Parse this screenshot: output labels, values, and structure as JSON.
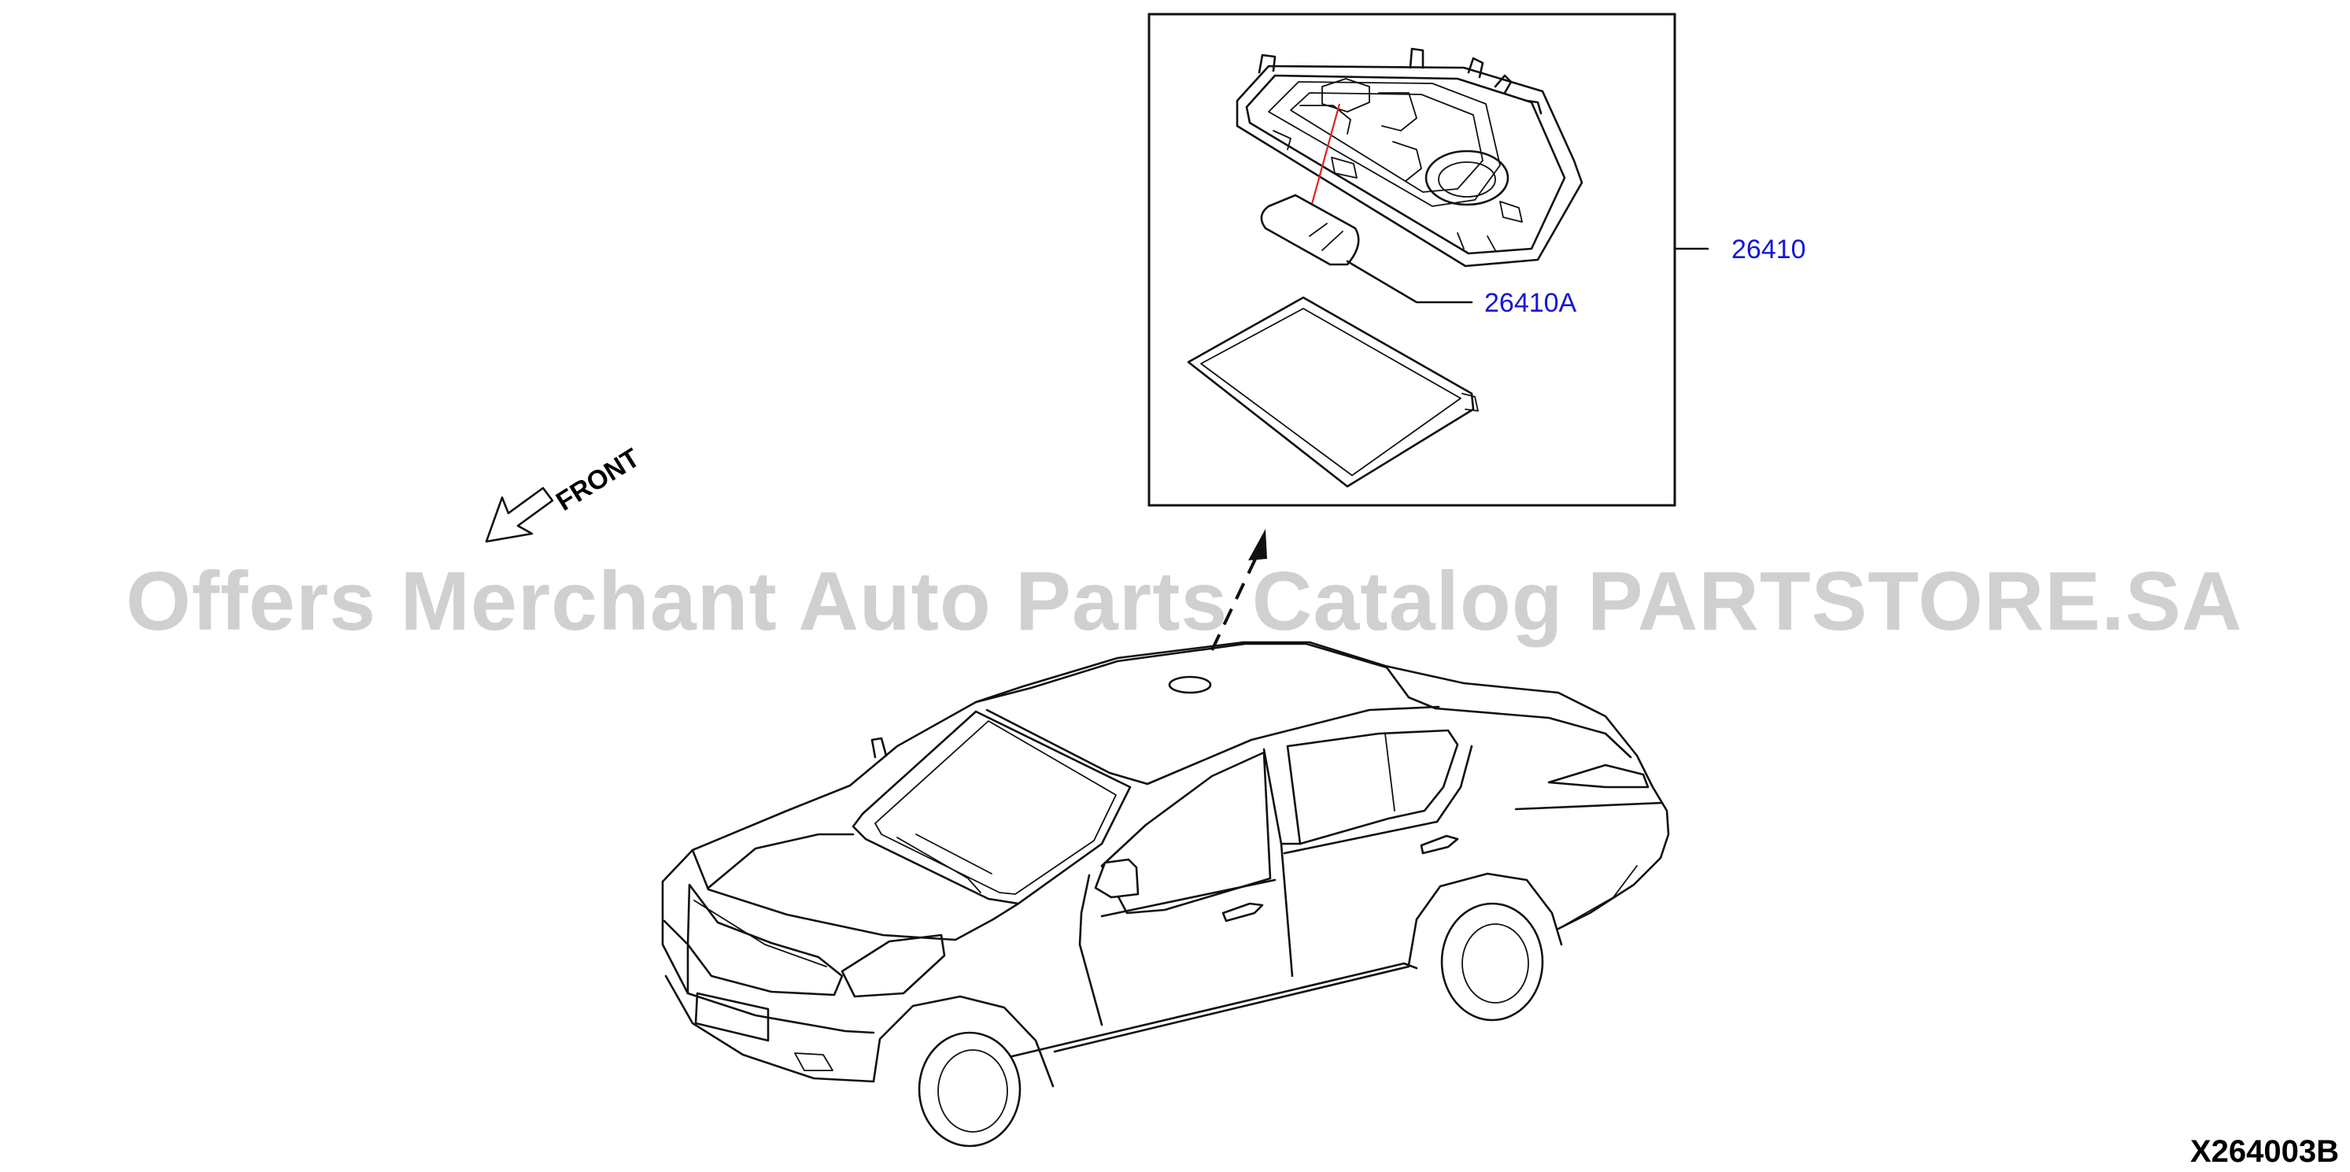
{
  "diagram": {
    "code": "X264003B",
    "front_label": "FRONT",
    "watermark": "Offers Merchant Auto Parts Catalog PARTSTORE.SA",
    "callouts": [
      {
        "id": "room-lamp-assembly",
        "part_number": "26410"
      },
      {
        "id": "bulb",
        "part_number": "26410A"
      }
    ],
    "colors": {
      "callout_text": "#1616d4",
      "leader_red": "#e02020",
      "line": "#111111",
      "watermark": "#c8c8c8"
    }
  }
}
